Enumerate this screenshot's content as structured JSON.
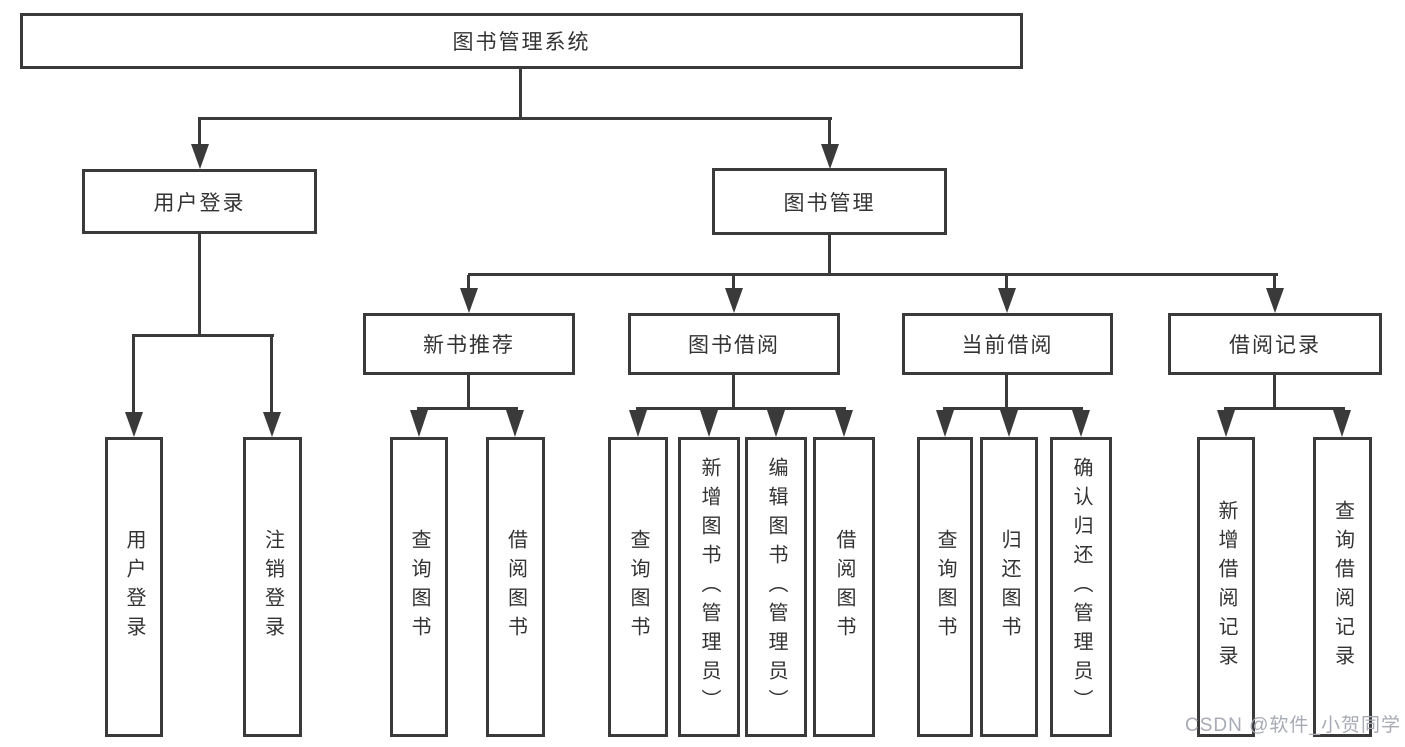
{
  "diagram": {
    "type": "hierarchy-tree",
    "line_color": "#3A3A3A",
    "text_color": "#333333",
    "box_fill": "#FFFFFF",
    "tree": {
      "label": "图书管理系统",
      "children": [
        {
          "label": "用户登录",
          "children": [
            {
              "label": "用户登录"
            },
            {
              "label": "注销登录"
            }
          ]
        },
        {
          "label": "图书管理",
          "children": [
            {
              "label": "新书推荐",
              "children": [
                {
                  "label": "查询图书"
                },
                {
                  "label": "借阅图书"
                }
              ]
            },
            {
              "label": "图书借阅",
              "children": [
                {
                  "label": "查询图书"
                },
                {
                  "label": "新增图书（管理员）"
                },
                {
                  "label": "编辑图书（管理员）"
                },
                {
                  "label": "借阅图书"
                }
              ]
            },
            {
              "label": "当前借阅",
              "children": [
                {
                  "label": "查询图书"
                },
                {
                  "label": "归还图书"
                },
                {
                  "label": "确认归还（管理员）"
                }
              ]
            },
            {
              "label": "借阅记录",
              "children": [
                {
                  "label": "新增借阅记录"
                },
                {
                  "label": "查询借阅记录"
                }
              ]
            }
          ]
        }
      ]
    }
  },
  "watermark": {
    "text": "CSDN @软件_小贺同学",
    "color": "#A8ABB5"
  }
}
